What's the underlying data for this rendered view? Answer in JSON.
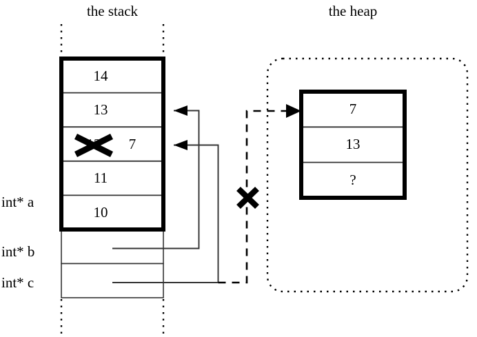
{
  "figure": {
    "kind": "memory-diagram",
    "stroke_color": "#000000",
    "background_color": "#ffffff"
  },
  "titles": {
    "stack": "the stack",
    "heap": "the heap"
  },
  "stack": {
    "frame_cells": [
      {
        "value": "14",
        "struck": false
      },
      {
        "value": "13",
        "struck": false
      },
      {
        "value": "12",
        "struck": true,
        "replacement": "7"
      },
      {
        "value": "11",
        "struck": false
      },
      {
        "value": "10",
        "struck": false
      }
    ],
    "pointer_rows": [
      {
        "label": "int* a",
        "value": ""
      },
      {
        "label": "int* b",
        "value": ""
      },
      {
        "label": "int* c",
        "value": ""
      }
    ],
    "labels": {
      "a": "int* a",
      "b": "int* b",
      "c": "int* c"
    }
  },
  "heap": {
    "cells": [
      {
        "value": "7"
      },
      {
        "value": "13"
      },
      {
        "value": "?"
      }
    ]
  },
  "annotations": {
    "strikethrough_glyph": "X",
    "invalidated_pointer_glyph": "X",
    "struck_stack_value": "12",
    "new_stack_value": "7",
    "unknown_value": "?"
  }
}
